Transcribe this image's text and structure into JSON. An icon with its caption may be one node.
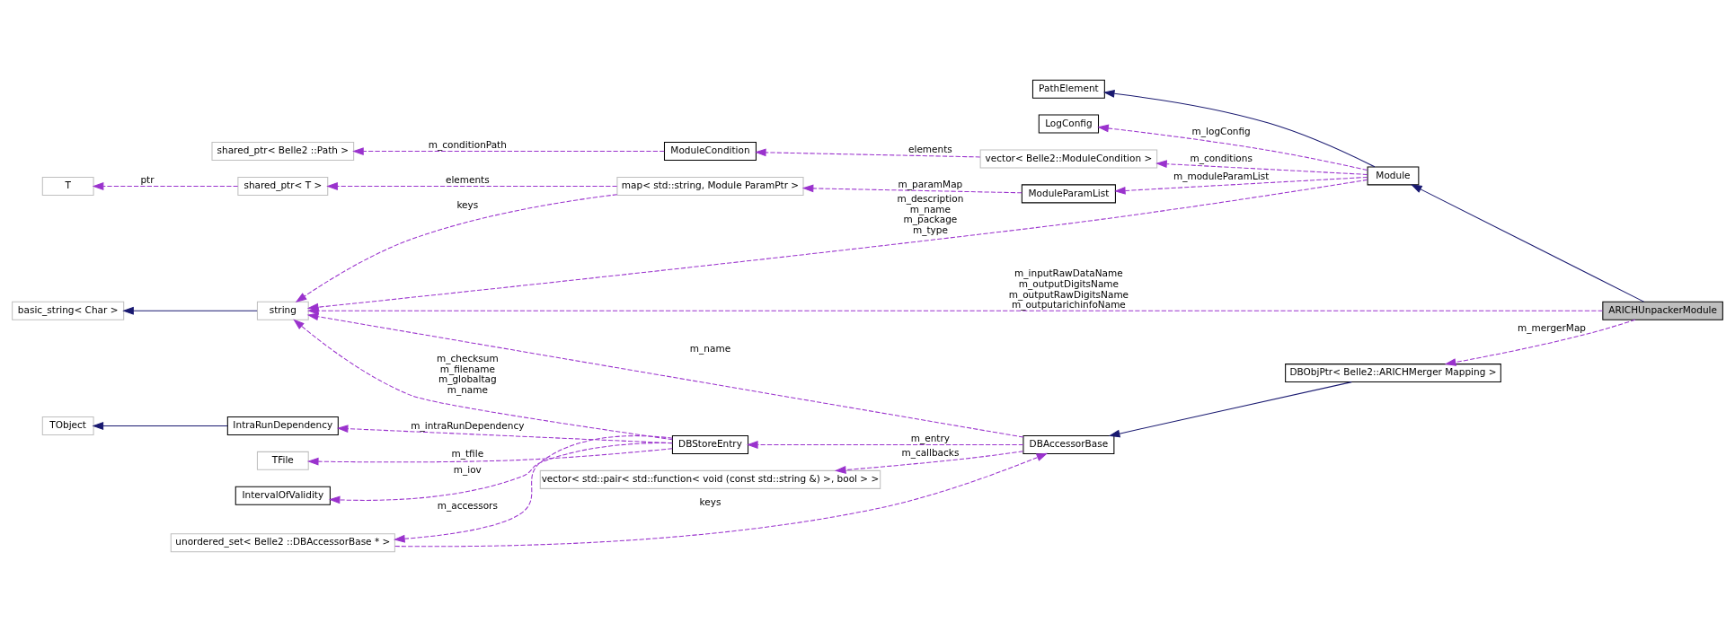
{
  "diagram": {
    "nodes": [
      {
        "text": [
          "LogConfig"
        ]
      },
      {
        "text": [
          "shared_ptr< Belle2 ::Path >"
        ]
      },
      {
        "text": [
          "ModuleCondition"
        ]
      },
      {
        "text": [
          "vector< Belle2::ModuleCondition >"
        ]
      },
      {
        "text": [
          "T"
        ]
      },
      {
        "text": [
          "shared_ptr< T >"
        ]
      },
      {
        "text": [
          "map< std::string, Module ParamPtr >"
        ]
      },
      {
        "text": [
          "ModuleParamList"
        ]
      },
      {
        "text": [
          "Module"
        ]
      },
      {
        "text": [
          "PathElement"
        ]
      },
      {
        "text": [
          "basic_string< Char >"
        ]
      },
      {
        "text": [
          "string"
        ]
      },
      {
        "text": [
          "ARICHUnpackerModule"
        ]
      },
      {
        "text": [
          "vector< std::pair< std::function< void (const std::string &) >, bool > >"
        ]
      },
      {
        "text": [
          "DBObjPtr< Belle2::ARICHMerger Mapping >"
        ]
      },
      {
        "text": [
          "DBAccessorBase"
        ]
      },
      {
        "text": [
          "unordered_set< Belle2 ::DBAccessorBase * >"
        ]
      },
      {
        "text": [
          "TFile"
        ]
      },
      {
        "text": [
          "DBStoreEntry"
        ]
      },
      {
        "text": [
          "IntervalOfValidity"
        ]
      },
      {
        "text": [
          "TObject"
        ]
      },
      {
        "text": [
          "IntraRunDependency"
        ]
      }
    ],
    "edges": [
      {
        "from": 8,
        "to": 0,
        "arrow": "to",
        "label": "m_logConfig",
        "style": "dashed"
      },
      {
        "from": 2,
        "to": 1,
        "arrow": "to",
        "label": "m_conditionPath",
        "style": "dashed"
      },
      {
        "from": 3,
        "to": 2,
        "arrow": "to",
        "label": "elements",
        "style": "dashed"
      },
      {
        "from": 8,
        "to": 3,
        "arrow": "to",
        "label": "m_conditions",
        "style": "dashed"
      },
      {
        "from": 5,
        "to": 4,
        "arrow": "to",
        "label": "ptr",
        "style": "dashed"
      },
      {
        "from": 6,
        "to": 5,
        "arrow": "to",
        "label": "elements",
        "style": "dashed"
      },
      {
        "from": 7,
        "to": 6,
        "arrow": "to",
        "label": "m_paramMap",
        "style": "dashed"
      },
      {
        "from": 8,
        "to": 7,
        "arrow": "to",
        "label": "m_moduleParamList",
        "style": "dashed"
      },
      {
        "from": 6,
        "to": 11,
        "arrow": "to",
        "label": "keys",
        "style": "dashed"
      },
      {
        "from": 8,
        "to": 11,
        "arrow": "to",
        "label": "m_description m_name m_package m_type",
        "style": "dashed"
      },
      {
        "from": 12,
        "to": 8,
        "arrow": "to",
        "color": "#191970"
      },
      {
        "from": 8,
        "to": 9,
        "arrow": "to",
        "color": "#191970"
      },
      {
        "from": 11,
        "to": 10,
        "arrow": "to",
        "color": "#191970"
      },
      {
        "from": 12,
        "to": 11,
        "arrow": "to",
        "label": "m_inputRawDataName m_outputDigitsName m_outputRawDigitsName m_outputarichinfoName",
        "style": "dashed"
      },
      {
        "from": 12,
        "to": 14,
        "arrow": "to",
        "label": "m_mergerMap",
        "style": "dashed"
      },
      {
        "from": 15,
        "to": 13,
        "arrow": "to",
        "label": "m_callbacks",
        "style": "dashed"
      },
      {
        "from": 15,
        "to": 11,
        "arrow": "to",
        "label": "m_name",
        "style": "dashed"
      },
      {
        "from": 14,
        "to": 15,
        "arrow": "to",
        "color": "#191970"
      },
      {
        "from": 16,
        "to": 15,
        "arrow": "to",
        "label": "keys",
        "style": "dashed"
      },
      {
        "from": 15,
        "to": 18,
        "arrow": "to",
        "label": "m_entry",
        "style": "dashed"
      },
      {
        "from": 18,
        "to": 11,
        "arrow": "to",
        "label": "m_checksum m_filename m_globaltag m_name",
        "style": "dashed"
      },
      {
        "from": 18,
        "to": 16,
        "arrow": "to",
        "label": "m_accessors",
        "style": "dashed"
      },
      {
        "from": 18,
        "to": 17,
        "arrow": "to",
        "label": "m_tfile",
        "style": "dashed"
      },
      {
        "from": 18,
        "to": 19,
        "arrow": "to",
        "label": "m_iov",
        "style": "dashed"
      },
      {
        "from": 18,
        "to": 21,
        "arrow": "to",
        "label": "m_intraRunDependency",
        "style": "dashed"
      },
      {
        "from": 21,
        "to": 20,
        "arrow": "to",
        "color": "#191970"
      }
    ]
  }
}
